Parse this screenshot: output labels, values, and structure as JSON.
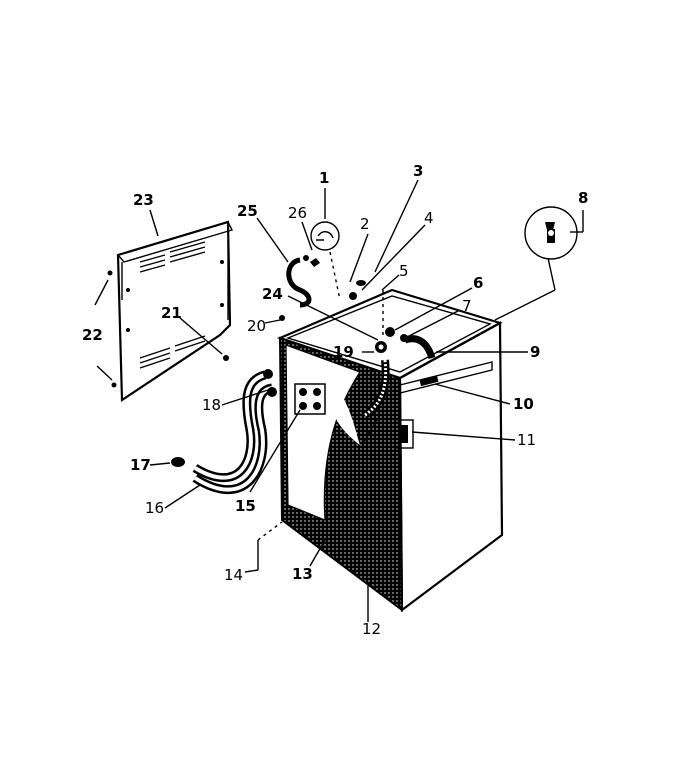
{
  "diagram": {
    "callouts": [
      {
        "id": "c1",
        "text": "1"
      },
      {
        "id": "c2",
        "text": "2"
      },
      {
        "id": "c3",
        "text": "3"
      },
      {
        "id": "c4",
        "text": "4"
      },
      {
        "id": "c5",
        "text": "5"
      },
      {
        "id": "c6",
        "text": "6"
      },
      {
        "id": "c7",
        "text": "7"
      },
      {
        "id": "c8",
        "text": "8"
      },
      {
        "id": "c9",
        "text": "9"
      },
      {
        "id": "c10",
        "text": "10"
      },
      {
        "id": "c11",
        "text": "11"
      },
      {
        "id": "c12",
        "text": "12"
      },
      {
        "id": "c13",
        "text": "13"
      },
      {
        "id": "c14",
        "text": "14"
      },
      {
        "id": "c15",
        "text": "15"
      },
      {
        "id": "c16",
        "text": "16"
      },
      {
        "id": "c17",
        "text": "17"
      },
      {
        "id": "c18",
        "text": "18"
      },
      {
        "id": "c19",
        "text": "19"
      },
      {
        "id": "c20",
        "text": "20"
      },
      {
        "id": "c21",
        "text": "21"
      },
      {
        "id": "c22",
        "text": "22"
      },
      {
        "id": "c23",
        "text": "23"
      },
      {
        "id": "c24",
        "text": "24"
      },
      {
        "id": "c25",
        "text": "25"
      },
      {
        "id": "c26",
        "text": "26"
      }
    ],
    "colors": {
      "ink": "#000000",
      "paper": "#ffffff"
    }
  }
}
